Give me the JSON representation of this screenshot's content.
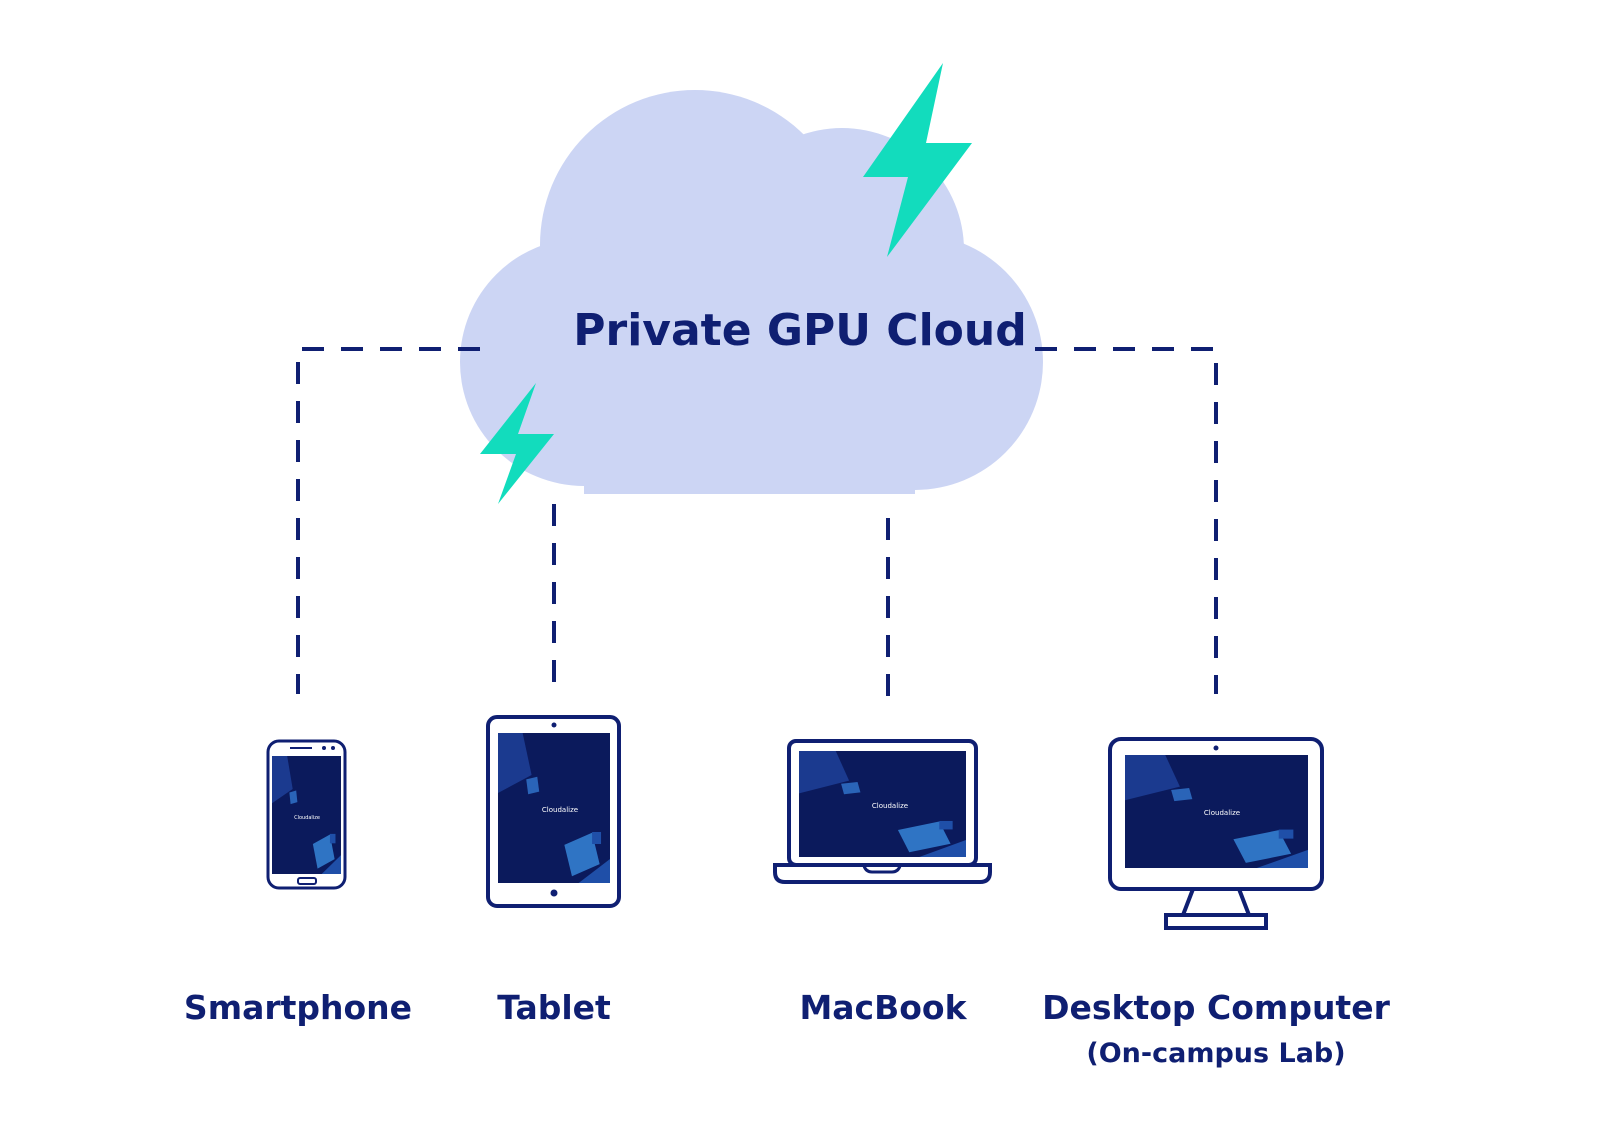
{
  "cloud": {
    "title": "Private GPU Cloud"
  },
  "devices": [
    {
      "id": "smartphone",
      "label": "Smartphone",
      "sublabel": ""
    },
    {
      "id": "tablet",
      "label": "Tablet",
      "sublabel": ""
    },
    {
      "id": "macbook",
      "label": "MacBook",
      "sublabel": ""
    },
    {
      "id": "desktop",
      "label": "Desktop Computer",
      "sublabel": "(On-campus Lab)"
    }
  ],
  "screen_brand": "Cloudalize",
  "icons": [
    "lightning-bolt-icon",
    "smartphone-icon",
    "tablet-icon",
    "laptop-icon",
    "desktop-monitor-icon",
    "cloudalize-logo-icon"
  ],
  "colors": {
    "cloud": "#ccd5f4",
    "navy": "#0f1f72",
    "bolt": "#12dcbd",
    "screen_bg": "#0b1a5c",
    "screen_accent": "#1f4fa8"
  }
}
